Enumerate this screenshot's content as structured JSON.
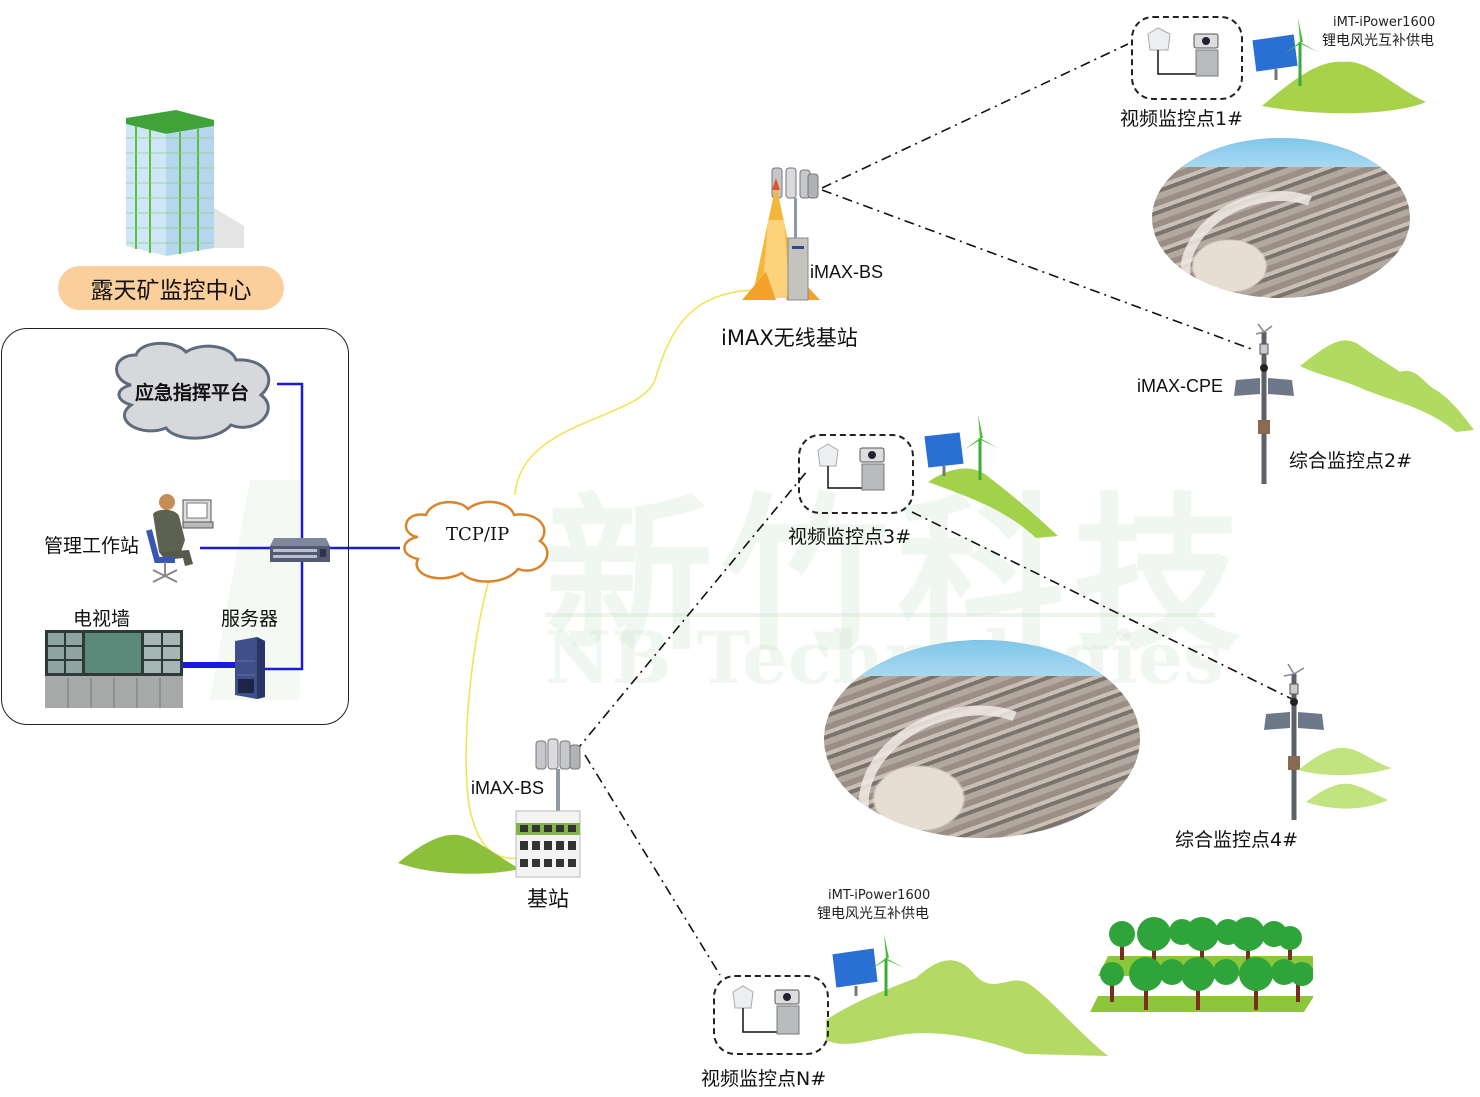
{
  "watermark": {
    "cn": "新竹科技",
    "en": "NB Technologies"
  },
  "control_center": {
    "title": "露天矿监控中心",
    "command_platform": "应急指挥平台",
    "workstation": "管理工作站",
    "video_wall": "电视墙",
    "server": "服务器"
  },
  "network": {
    "cloud_label": "TCP/IP"
  },
  "base_station_top": {
    "device_label": "iMAX-BS",
    "title": "iMAX无线基站"
  },
  "base_station_bottom": {
    "device_label": "iMAX-BS",
    "title": "基站"
  },
  "sites": [
    {
      "id": "video-1",
      "label": "视频监控点1#",
      "power_model": "iMT-iPower1600",
      "power_desc": "锂电风光互补供电"
    },
    {
      "id": "combo-2",
      "label": "综合监控点2#",
      "device_label": "iMAX-CPE"
    },
    {
      "id": "video-3",
      "label": "视频监控点3#"
    },
    {
      "id": "combo-4",
      "label": "综合监控点4#"
    },
    {
      "id": "video-n",
      "label": "视频监控点N#",
      "power_model": "iMT-iPower1600",
      "power_desc": "锂电风光互补供电"
    }
  ],
  "colors": {
    "lan_line": "#1a1adf",
    "fiber_line": "#f3e24a",
    "wireless_line": "#111111",
    "pill_bg": "#fbcf9c",
    "cloud_border": "#d9862a"
  }
}
